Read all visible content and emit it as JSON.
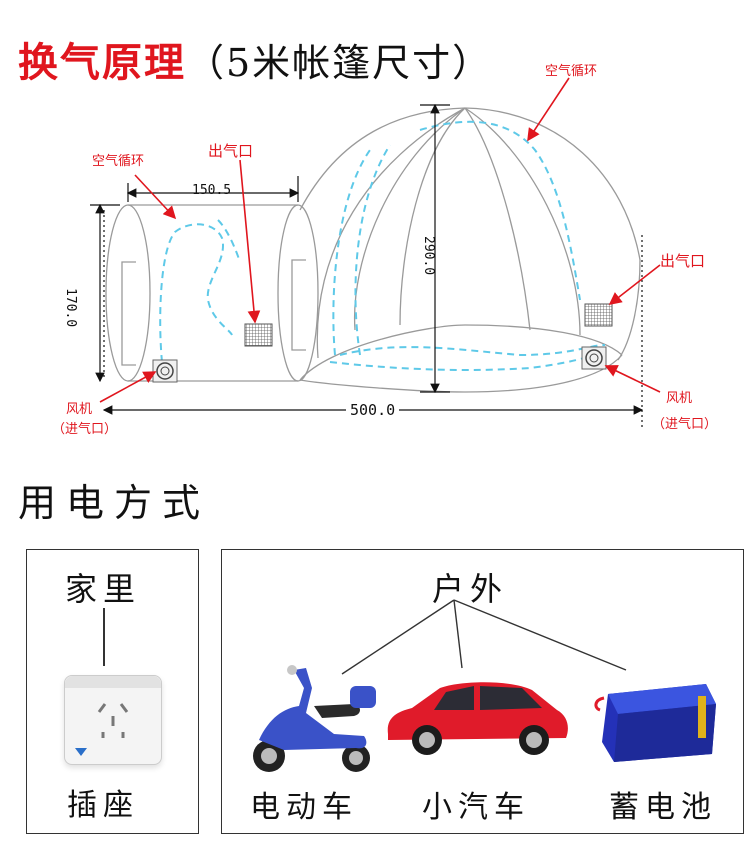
{
  "header": {
    "title_main": "换气原理",
    "title_sub": "（5米帐篷尺寸）"
  },
  "diagram": {
    "labels": {
      "air_circulation_right": "空气循环",
      "air_circulation_left": "空气循环",
      "outlet_left": "出气口",
      "outlet_right": "出气口",
      "fan_left_line1": "风机",
      "fan_left_line2": "（进气口）",
      "fan_right_line1": "风机",
      "fan_right_line2": "（进气口）"
    },
    "dimensions": {
      "tunnel_length": "150.5",
      "tunnel_height": "170.0",
      "dome_height": "290.0",
      "total_length": "500.0"
    },
    "colors": {
      "accent_red": "#e0161e",
      "arrow_cyan": "#5ec9e8",
      "outline_gray": "#9a9a9a"
    }
  },
  "power": {
    "section_title": "用电方式",
    "home": {
      "title": "家里",
      "item": "插座"
    },
    "outdoor": {
      "title": "户外",
      "items": [
        "电动车",
        "小汽车",
        "蓄电池"
      ]
    }
  }
}
